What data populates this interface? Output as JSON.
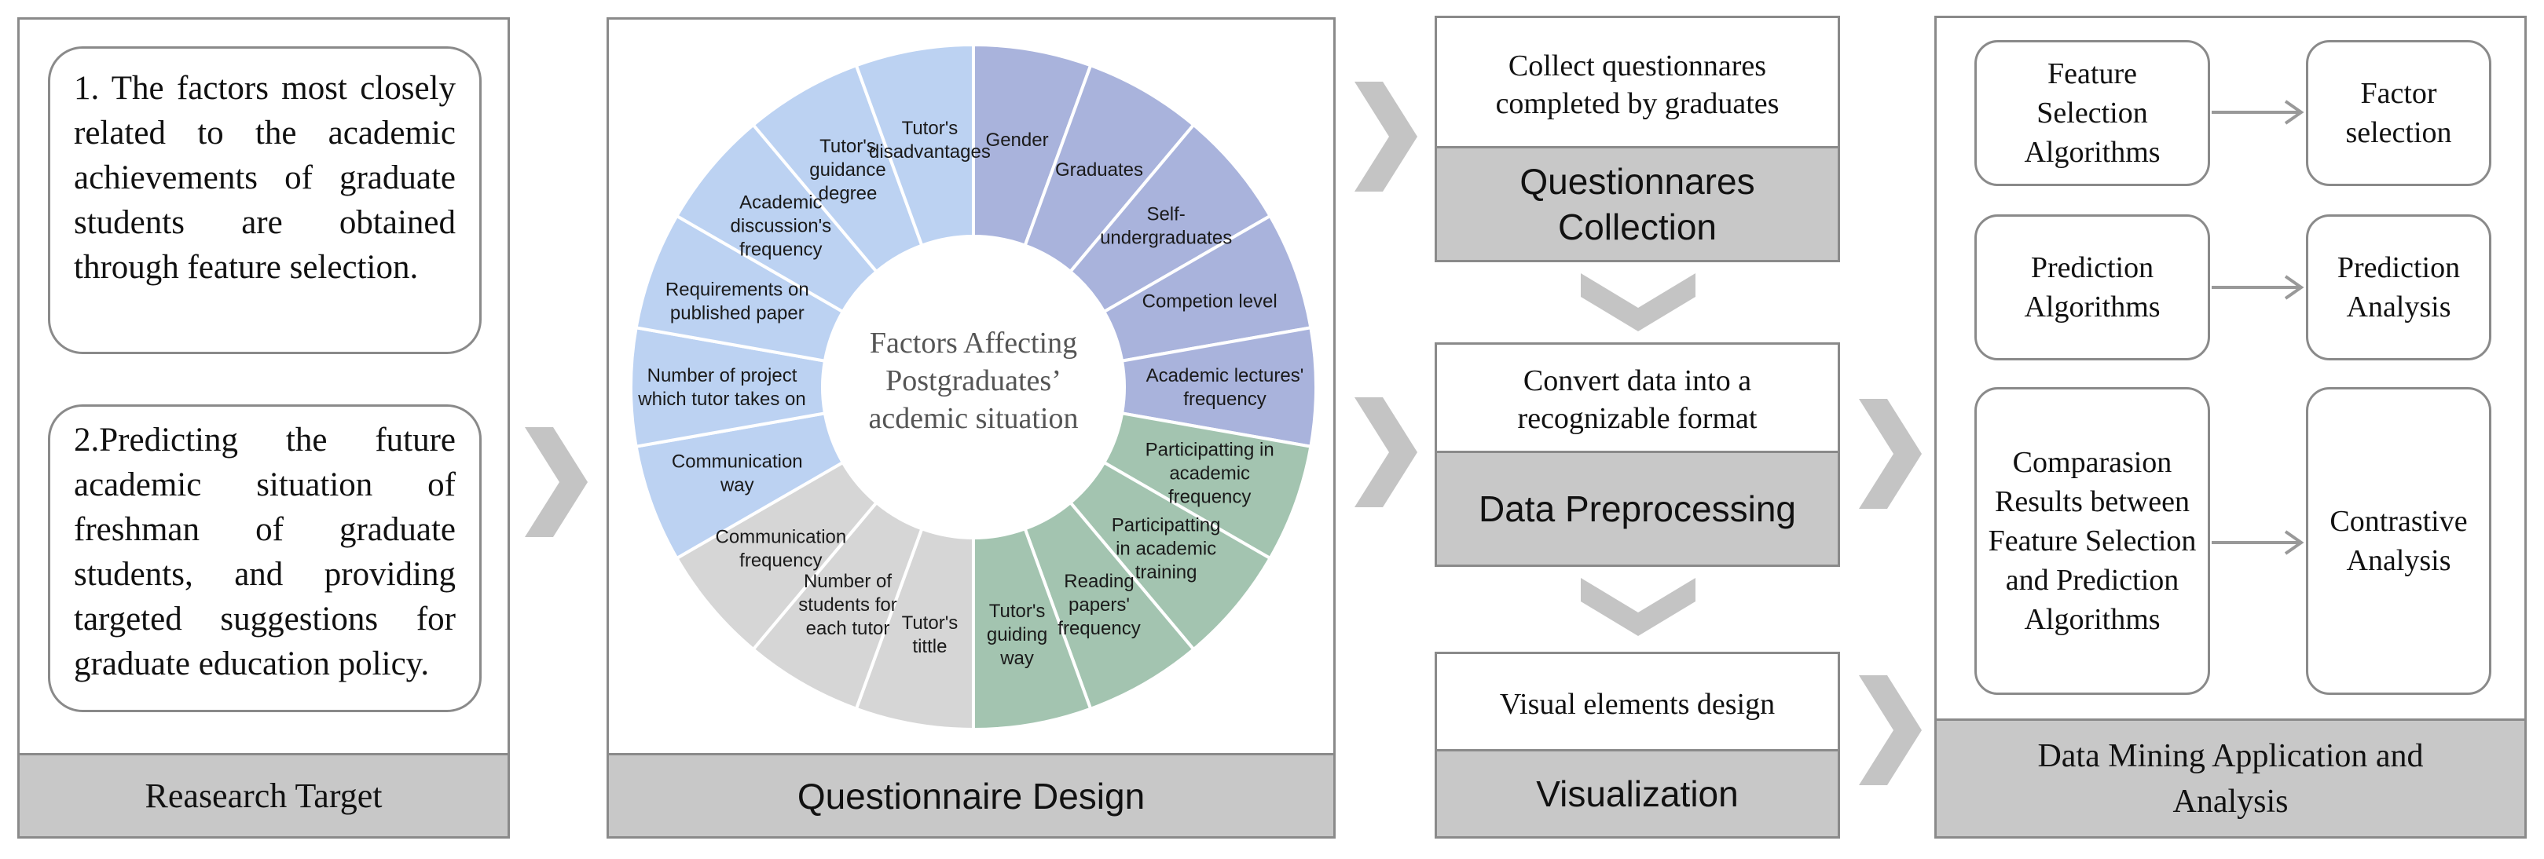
{
  "research_target": {
    "goal_1": "1. The factors most closely related to the academic achievements of graduate students are obtained through feature selection.",
    "goal_2": "2.Predicting the future academic situation of freshman of graduate students, and providing targeted suggestions for graduate education policy.",
    "footer": "Reasearch Target"
  },
  "questionnaire": {
    "center_line1": "Factors Affecting",
    "center_line2": "Postgraduates’",
    "center_line3": "acdemic situation",
    "footer": "Questionnaire Design",
    "segments": [
      {
        "lines": [
          "Gender"
        ],
        "color": "#a9b3dc"
      },
      {
        "lines": [
          "Graduates"
        ],
        "color": "#a9b3dc"
      },
      {
        "lines": [
          "Self-",
          "undergraduates"
        ],
        "color": "#a9b3dc"
      },
      {
        "lines": [
          "Competion level"
        ],
        "color": "#a9b3dc"
      },
      {
        "lines": [
          "Academic lectures'",
          "frequency"
        ],
        "color": "#a9b3dc"
      },
      {
        "lines": [
          "Participatting in",
          "academic",
          "frequency"
        ],
        "color": "#a3c4b0"
      },
      {
        "lines": [
          "Participatting",
          "in academic",
          "training"
        ],
        "color": "#a3c4b0"
      },
      {
        "lines": [
          "Reading",
          "papers'",
          "frequency"
        ],
        "color": "#a3c4b0"
      },
      {
        "lines": [
          "Tutor's",
          "guiding",
          "way"
        ],
        "color": "#a3c4b0"
      },
      {
        "lines": [
          "Tutor's",
          "tittle"
        ],
        "color": "#d6d6d6"
      },
      {
        "lines": [
          "Number of",
          "students for",
          "each tutor"
        ],
        "color": "#d6d6d6"
      },
      {
        "lines": [
          "Communication",
          "frequency"
        ],
        "color": "#d6d6d6"
      },
      {
        "lines": [
          "Communication",
          "way"
        ],
        "color": "#bcd2f2"
      },
      {
        "lines": [
          "Number of project",
          "which tutor takes on"
        ],
        "color": "#bcd2f2"
      },
      {
        "lines": [
          "Requirements on",
          "published paper"
        ],
        "color": "#bcd2f2"
      },
      {
        "lines": [
          "Academic",
          "discussion's",
          "frequency"
        ],
        "color": "#bcd2f2"
      },
      {
        "lines": [
          "Tutor's",
          "guidance",
          "degree"
        ],
        "color": "#bcd2f2"
      },
      {
        "lines": [
          "Tutor's",
          "disadvantages"
        ],
        "color": "#bcd2f2"
      }
    ]
  },
  "process": {
    "collect_desc": "Collect questionnares completed by graduates",
    "collect_label": "Questionnares Collection",
    "preprocess_desc": "Convert data into a recognizable format",
    "preprocess_label": "Data Preprocessing",
    "visual_desc": "Visual elements design",
    "visual_label": "Visualization"
  },
  "mining": {
    "feature_selection": "Feature Selection Algorithms",
    "factor_selection": "Factor selection",
    "prediction_algorithms": "Prediction Algorithms",
    "prediction_analysis": "Prediction Analysis",
    "comparison": "Comparasion Results between Feature Selection and Prediction Algorithms",
    "contrastive": "Contrastive Analysis",
    "footer": "Data Mining Application and Analysis"
  },
  "colors": {
    "chevron": "#c4c4c4",
    "panel_border": "#8a8a8a",
    "footer_bg": "#c8c8c8",
    "arrow": "#999999"
  }
}
